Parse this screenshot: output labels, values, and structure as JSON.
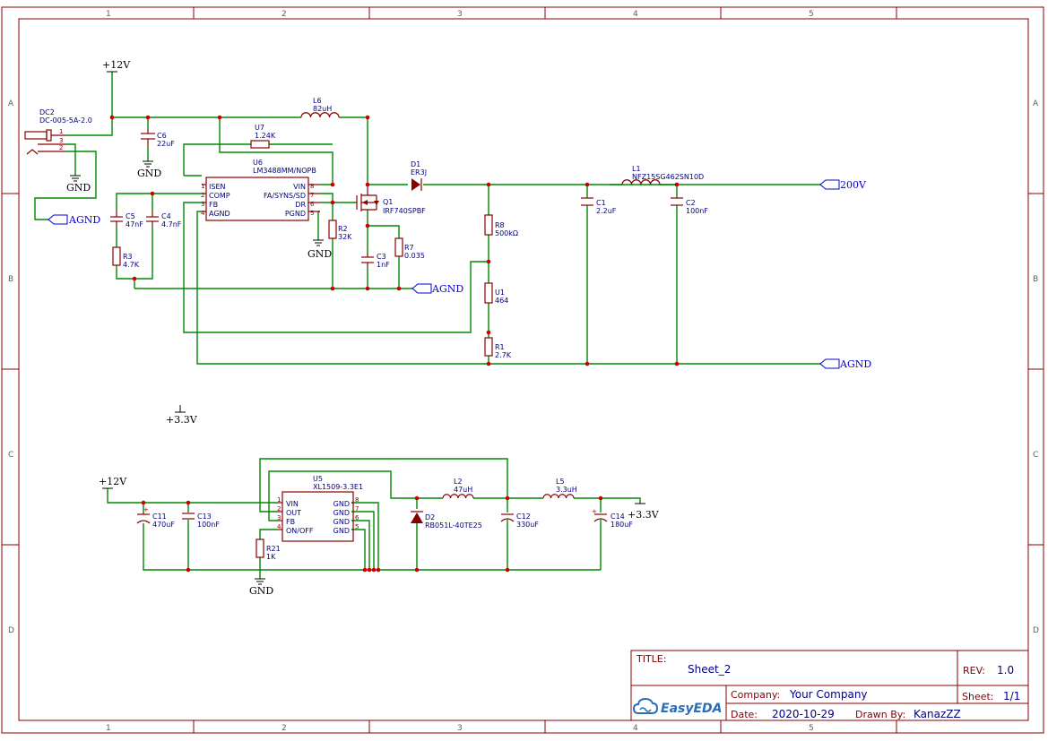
{
  "frame": {
    "col_labels": [
      "1",
      "2",
      "3",
      "4",
      "5"
    ],
    "row_labels": [
      "A",
      "B",
      "C",
      "D"
    ]
  },
  "power": {
    "vcc12_top": "+12V",
    "gnd_dc2": "GND",
    "gnd_c6": "GND",
    "gnd_u6": "GND",
    "v33_float": "+3.3V",
    "vcc12_bottom": "+12V",
    "gnd_r21": "GND",
    "v33_out": "+3.3V"
  },
  "nets": {
    "agnd_left": "AGND",
    "agnd_mid": "AGND",
    "agnd_right": "AGND",
    "out_200v": "200V"
  },
  "components": {
    "dc2": {
      "ref": "DC2",
      "value": "DC-005-5A-2.0",
      "pins": [
        "1",
        "3",
        "2"
      ]
    },
    "c6": {
      "ref": "C6",
      "value": "22uF"
    },
    "l6": {
      "ref": "L6",
      "value": "82uH"
    },
    "u7": {
      "ref": "U7",
      "value": "1.24K"
    },
    "u6": {
      "ref": "U6",
      "value": "LM3488MM/NOPB",
      "left_pins": [
        "ISEN",
        "COMP",
        "FB",
        "AGND"
      ],
      "left_nums": [
        "1",
        "2",
        "3",
        "4"
      ],
      "right_pins": [
        "VIN",
        "FA/SYNS/SD",
        "DR",
        "PGND"
      ],
      "right_nums": [
        "8",
        "7",
        "6",
        "5"
      ]
    },
    "q1": {
      "ref": "Q1",
      "value": "IRF740SPBF"
    },
    "d1": {
      "ref": "D1",
      "value": "ER3J"
    },
    "l1": {
      "ref": "L1",
      "value": "NFZ15SG462SN10D"
    },
    "c5": {
      "ref": "C5",
      "value": "47nF"
    },
    "c4": {
      "ref": "C4",
      "value": "4.7nF"
    },
    "r3": {
      "ref": "R3",
      "value": "4.7K"
    },
    "r2": {
      "ref": "R2",
      "value": "32K"
    },
    "c3": {
      "ref": "C3",
      "value": "1nF"
    },
    "r7": {
      "ref": "R7",
      "value": "0.035"
    },
    "r8": {
      "ref": "R8",
      "value": "500kΩ"
    },
    "u1": {
      "ref": "U1",
      "value": "464"
    },
    "r1": {
      "ref": "R1",
      "value": "2.7K"
    },
    "c1": {
      "ref": "C1",
      "value": "2.2uF"
    },
    "c2": {
      "ref": "C2",
      "value": "100nF"
    },
    "c11": {
      "ref": "C11",
      "value": "470uF"
    },
    "c13": {
      "ref": "C13",
      "value": "100nF"
    },
    "u5": {
      "ref": "U5",
      "value": "XL1509-3.3E1",
      "left_pins": [
        "VIN",
        "OUT",
        "FB",
        "ON/OFF"
      ],
      "left_nums": [
        "1",
        "2",
        "3",
        "4"
      ],
      "right_pins": [
        "GND",
        "GND",
        "GND",
        "GND"
      ],
      "right_nums": [
        "8",
        "7",
        "6",
        "5"
      ]
    },
    "r21": {
      "ref": "R21",
      "value": "1K"
    },
    "l2": {
      "ref": "L2",
      "value": "47uH"
    },
    "d2": {
      "ref": "D2",
      "value": "RB051L-40TE25"
    },
    "c12": {
      "ref": "C12",
      "value": "330uF"
    },
    "l5": {
      "ref": "L5",
      "value": "3.3uH"
    },
    "c14": {
      "ref": "C14",
      "value": "180uF"
    }
  },
  "title_block": {
    "title_label": "TITLE:",
    "title_value": "Sheet_2",
    "rev_label": "REV:",
    "rev_value": "1.0",
    "company_label": "Company:",
    "company_value": "Your Company",
    "sheet_label": "Sheet:",
    "sheet_value": "1/1",
    "date_label": "Date:",
    "date_value": "2020-10-29",
    "drawn_label": "Drawn By:",
    "drawn_value": "KanazZZ",
    "logo_text": "EasyEDA",
    "logo_color": "#2a6ebb"
  },
  "colors": {
    "wire": "#008800",
    "component": "#880000",
    "text": "#000080",
    "junction": "#cc0000",
    "net_flag": "#0000cc"
  }
}
